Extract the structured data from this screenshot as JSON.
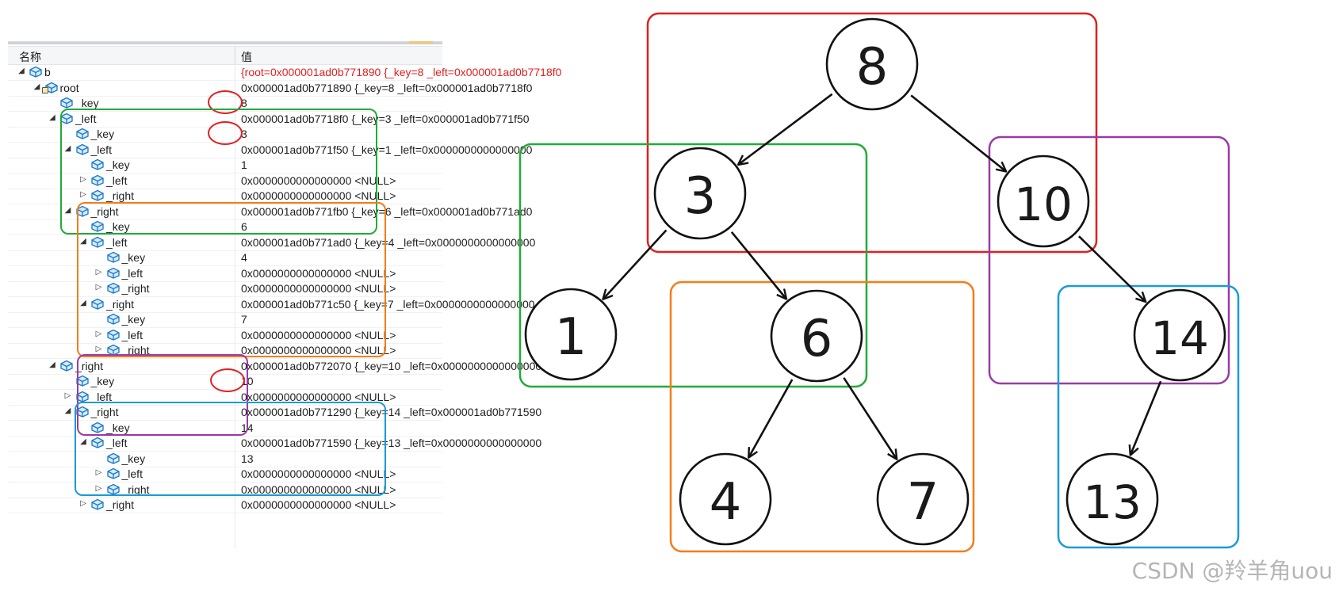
{
  "watch": {
    "columns": {
      "name": "名称",
      "value": "值"
    },
    "rows": [
      {
        "id": "b",
        "level": 0,
        "expand": "expanded",
        "icon": "object-icon",
        "name": "b",
        "value": "{root=0x000001ad0b771890 {_key=8 _left=0x000001ad0b7718f0",
        "changed": true
      },
      {
        "id": "root",
        "level": 1,
        "expand": "expanded",
        "icon": "object-private-icon",
        "name": "root",
        "value": "0x000001ad0b771890 {_key=8 _left=0x000001ad0b7718f0"
      },
      {
        "id": "root._key",
        "level": 2,
        "expand": "none",
        "icon": "object-icon",
        "name": "_key",
        "value": "8"
      },
      {
        "id": "root._left",
        "level": 2,
        "expand": "expanded",
        "icon": "object-icon",
        "name": "_left",
        "value": "0x000001ad0b7718f0 {_key=3 _left=0x000001ad0b771f50"
      },
      {
        "id": "3._key",
        "level": 3,
        "expand": "none",
        "icon": "object-icon",
        "name": "_key",
        "value": "3"
      },
      {
        "id": "3._left",
        "level": 3,
        "expand": "expanded",
        "icon": "object-icon",
        "name": "_left",
        "value": "0x000001ad0b771f50 {_key=1 _left=0x0000000000000000"
      },
      {
        "id": "1._key",
        "level": 4,
        "expand": "none",
        "icon": "object-icon",
        "name": "_key",
        "value": "1"
      },
      {
        "id": "1._left",
        "level": 4,
        "expand": "collapsed",
        "icon": "object-icon",
        "name": "_left",
        "value": "0x0000000000000000 <NULL>"
      },
      {
        "id": "1._right",
        "level": 4,
        "expand": "collapsed",
        "icon": "object-icon",
        "name": "_right",
        "value": "0x0000000000000000 <NULL>"
      },
      {
        "id": "3._right",
        "level": 3,
        "expand": "expanded",
        "icon": "object-icon",
        "name": "_right",
        "value": "0x000001ad0b771fb0 {_key=6 _left=0x000001ad0b771ad0"
      },
      {
        "id": "6._key",
        "level": 4,
        "expand": "none",
        "icon": "object-icon",
        "name": "_key",
        "value": "6"
      },
      {
        "id": "6._left",
        "level": 4,
        "expand": "expanded",
        "icon": "object-icon",
        "name": "_left",
        "value": "0x000001ad0b771ad0 {_key=4 _left=0x0000000000000000"
      },
      {
        "id": "4._key",
        "level": 5,
        "expand": "none",
        "icon": "object-icon",
        "name": "_key",
        "value": "4"
      },
      {
        "id": "4._left",
        "level": 5,
        "expand": "collapsed",
        "icon": "object-icon",
        "name": "_left",
        "value": "0x0000000000000000 <NULL>"
      },
      {
        "id": "4._right",
        "level": 5,
        "expand": "collapsed",
        "icon": "object-icon",
        "name": "_right",
        "value": "0x0000000000000000 <NULL>"
      },
      {
        "id": "6._right",
        "level": 4,
        "expand": "expanded",
        "icon": "object-icon",
        "name": "_right",
        "value": "0x000001ad0b771c50 {_key=7 _left=0x0000000000000000"
      },
      {
        "id": "7._key",
        "level": 5,
        "expand": "none",
        "icon": "object-icon",
        "name": "_key",
        "value": "7"
      },
      {
        "id": "7._left",
        "level": 5,
        "expand": "collapsed",
        "icon": "object-icon",
        "name": "_left",
        "value": "0x0000000000000000 <NULL>"
      },
      {
        "id": "7._right",
        "level": 5,
        "expand": "collapsed",
        "icon": "object-icon",
        "name": "_right",
        "value": "0x0000000000000000 <NULL>"
      },
      {
        "id": "root._right",
        "level": 2,
        "expand": "expanded",
        "icon": "object-icon",
        "name": "_right",
        "value": "0x000001ad0b772070 {_key=10 _left=0x0000000000000000"
      },
      {
        "id": "10._key",
        "level": 3,
        "expand": "none",
        "icon": "object-icon",
        "name": "_key",
        "value": "10"
      },
      {
        "id": "10._left",
        "level": 3,
        "expand": "collapsed",
        "icon": "object-icon",
        "name": "_left",
        "value": "0x0000000000000000 <NULL>"
      },
      {
        "id": "10._right",
        "level": 3,
        "expand": "expanded",
        "icon": "object-icon",
        "name": "_right",
        "value": "0x000001ad0b771290 {_key=14 _left=0x000001ad0b771590"
      },
      {
        "id": "14._key",
        "level": 4,
        "expand": "none",
        "icon": "object-icon",
        "name": "_key",
        "value": "14"
      },
      {
        "id": "14._left",
        "level": 4,
        "expand": "expanded",
        "icon": "object-icon",
        "name": "_left",
        "value": "0x000001ad0b771590 {_key=13 _left=0x0000000000000000"
      },
      {
        "id": "13._key",
        "level": 5,
        "expand": "none",
        "icon": "object-icon",
        "name": "_key",
        "value": "13"
      },
      {
        "id": "13._left",
        "level": 5,
        "expand": "collapsed",
        "icon": "object-icon",
        "name": "_left",
        "value": "0x0000000000000000 <NULL>"
      },
      {
        "id": "13._right",
        "level": 5,
        "expand": "collapsed",
        "icon": "object-icon",
        "name": "_right",
        "value": "0x0000000000000000 <NULL>"
      },
      {
        "id": "14._right",
        "level": 4,
        "expand": "collapsed",
        "icon": "object-icon",
        "name": "_right",
        "value": "0x0000000000000000 <NULL>"
      }
    ],
    "highlight_colors": {
      "root": "#e11f1f",
      "left_subtree": "#22aa3a",
      "node6_subtree": "#f57c17",
      "node10_subtree": "#9b3aa6",
      "node14_subtree": "#1a9ad6"
    }
  },
  "tree": {
    "nodes": [
      {
        "id": "n8",
        "label": "8"
      },
      {
        "id": "n3",
        "label": "3"
      },
      {
        "id": "n10",
        "label": "10"
      },
      {
        "id": "n1",
        "label": "1"
      },
      {
        "id": "n6",
        "label": "6"
      },
      {
        "id": "n14",
        "label": "14"
      },
      {
        "id": "n4",
        "label": "4"
      },
      {
        "id": "n7",
        "label": "7"
      },
      {
        "id": "n13",
        "label": "13"
      }
    ],
    "edges": [
      [
        "n8",
        "n3"
      ],
      [
        "n8",
        "n10"
      ],
      [
        "n3",
        "n1"
      ],
      [
        "n3",
        "n6"
      ],
      [
        "n10",
        "n14"
      ],
      [
        "n6",
        "n4"
      ],
      [
        "n6",
        "n7"
      ],
      [
        "n14",
        "n13"
      ]
    ],
    "group_colors": {
      "red": "#e11f1f",
      "green": "#22aa3a",
      "orange": "#f57c17",
      "purple": "#9b3aa6",
      "blue": "#1a9ad6"
    }
  },
  "watermark": "CSDN @羚羊角uou"
}
